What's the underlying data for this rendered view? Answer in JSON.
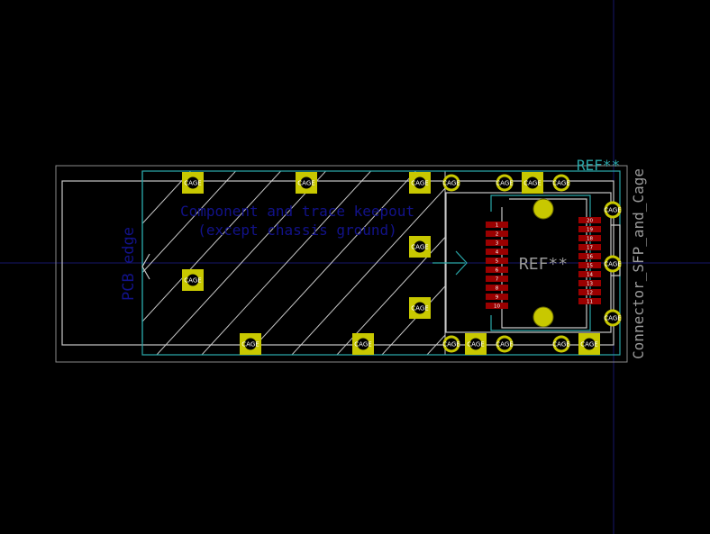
{
  "footprint": {
    "name": "Connector_SFP_and_Cage",
    "ref_top": "REF**",
    "ref_center": "REF**"
  },
  "annotations": {
    "pcb_edge": "PCB edge",
    "keepout_line1": "Component and trace keepout",
    "keepout_line2": "(except chassis ground)"
  },
  "pads": {
    "cage_label": "CAGE",
    "left_pin_numbers": [
      "1",
      "2",
      "3",
      "4",
      "5",
      "6",
      "7",
      "8",
      "9",
      "10"
    ],
    "right_pin_numbers": [
      "20",
      "19",
      "18",
      "17",
      "16",
      "15",
      "14",
      "13",
      "12",
      "11"
    ]
  },
  "colors": {
    "background": "#000000",
    "cage_pad": "#c8c800",
    "smd_pad": "#9a0000",
    "outline": "#c8c8c8",
    "courtyard": "#2aa6a8",
    "keepout_text": "#12128a",
    "ref_text": "#9a9a9a"
  }
}
